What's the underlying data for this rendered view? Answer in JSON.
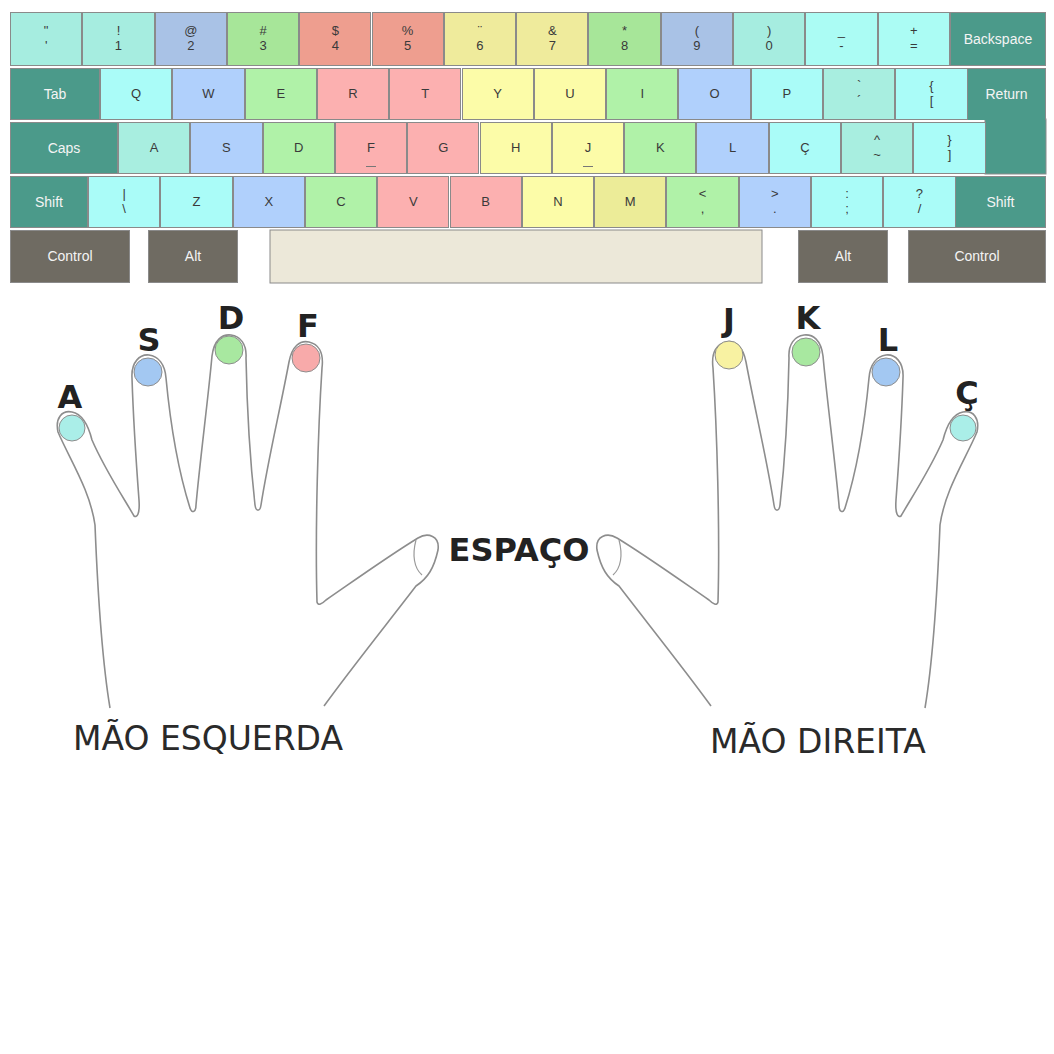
{
  "diagram": {
    "nodes": [
      {
        "text": [
          "\"",
          "'"
        ]
      },
      {
        "text": [
          "!",
          "1"
        ]
      },
      {
        "text": [
          "@",
          "2"
        ]
      },
      {
        "text": [
          "#",
          "3"
        ]
      },
      {
        "text": [
          "$",
          "4"
        ]
      },
      {
        "text": [
          "%",
          "5"
        ]
      },
      {
        "text": [
          "¨",
          "6"
        ]
      },
      {
        "text": [
          "&",
          "7"
        ]
      },
      {
        "text": [
          "*",
          "8"
        ]
      },
      {
        "text": [
          "(",
          "9"
        ]
      },
      {
        "text": [
          ")",
          "0"
        ]
      },
      {
        "text": [
          "_",
          "-"
        ]
      },
      {
        "text": [
          "+",
          "="
        ]
      },
      {
        "text": [
          "Backspace"
        ]
      },
      {
        "text": [
          "Tab"
        ]
      },
      {
        "text": [
          "Q"
        ]
      },
      {
        "text": [
          "W"
        ]
      },
      {
        "text": [
          "E"
        ]
      },
      {
        "text": [
          "R"
        ]
      },
      {
        "text": [
          "T"
        ]
      },
      {
        "text": [
          "Y"
        ]
      },
      {
        "text": [
          "U"
        ]
      },
      {
        "text": [
          "I"
        ]
      },
      {
        "text": [
          "O"
        ]
      },
      {
        "text": [
          "P"
        ]
      },
      {
        "text": [
          "`",
          "´"
        ]
      },
      {
        "text": [
          "{",
          "["
        ]
      },
      {
        "text": [
          "Return"
        ]
      },
      {
        "text": [
          "Caps"
        ]
      },
      {
        "text": [
          "A"
        ]
      },
      {
        "text": [
          "S"
        ]
      },
      {
        "text": [
          "D"
        ]
      },
      {
        "text": [
          "F"
        ]
      },
      {
        "text": [
          "G"
        ]
      },
      {
        "text": [
          "H"
        ]
      },
      {
        "text": [
          "J"
        ]
      },
      {
        "text": [
          "K"
        ]
      },
      {
        "text": [
          "L"
        ]
      },
      {
        "text": [
          "Ç"
        ]
      },
      {
        "text": [
          "^",
          "~"
        ]
      },
      {
        "text": [
          "}",
          "]"
        ]
      },
      {
        "text": [
          "Shift"
        ]
      },
      {
        "text": [
          "|",
          "\\"
        ]
      },
      {
        "text": [
          "Z"
        ]
      },
      {
        "text": [
          "X"
        ]
      },
      {
        "text": [
          "C"
        ]
      },
      {
        "text": [
          "V"
        ]
      },
      {
        "text": [
          "B"
        ]
      },
      {
        "text": [
          "N"
        ]
      },
      {
        "text": [
          "M"
        ]
      },
      {
        "text": [
          "<",
          ","
        ]
      },
      {
        "text": [
          ">",
          "."
        ]
      },
      {
        "text": [
          ":",
          ";"
        ]
      },
      {
        "text": [
          "?",
          "/"
        ]
      },
      {
        "text": [
          "Shift"
        ]
      },
      {
        "text": [
          "Control"
        ]
      },
      {
        "text": [
          "Alt"
        ]
      },
      {
        "text": [
          "Alt"
        ]
      },
      {
        "text": [
          "Control"
        ]
      }
    ],
    "labels": [
      "A",
      "S",
      "D",
      "F",
      "J",
      "K",
      "L",
      "Ç",
      "ESPAÇO",
      "MÃO ESQUERDA",
      "MÃO DIREITA"
    ]
  }
}
